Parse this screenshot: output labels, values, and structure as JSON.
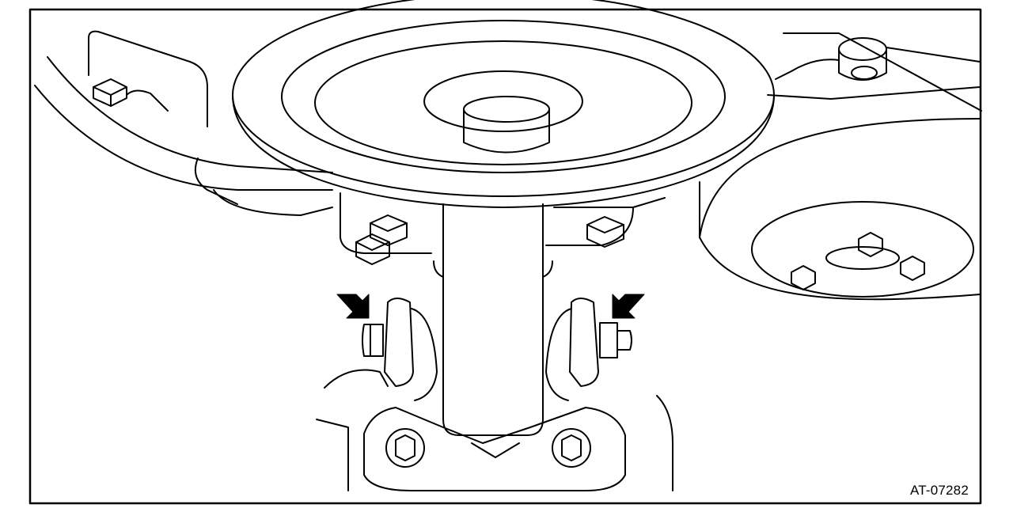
{
  "figure": {
    "id_label": "AT-07282",
    "line_color": "#000000",
    "background": "#ffffff",
    "callouts": [
      {
        "icon": "arrow-pointer-icon",
        "points_to": "left-mount-bolt"
      },
      {
        "icon": "arrow-pointer-icon",
        "points_to": "right-mount-bolt"
      }
    ]
  }
}
